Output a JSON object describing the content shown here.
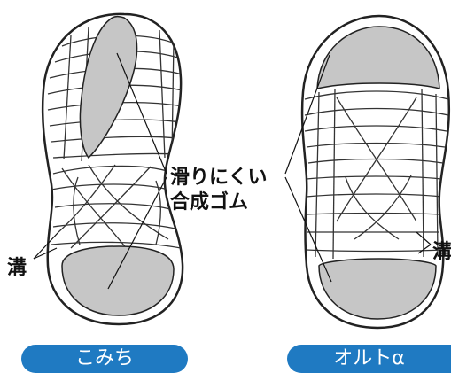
{
  "labels": {
    "material_line1": "滑りにくい",
    "material_line2": "合成ゴム",
    "groove_left": "溝",
    "groove_right": "溝"
  },
  "products": {
    "left": "こみち",
    "right": "オルトα"
  },
  "colors": {
    "pill_blue": "#1f7ac2",
    "rubber_gray": "#c6c6c6",
    "outline": "#222222"
  }
}
